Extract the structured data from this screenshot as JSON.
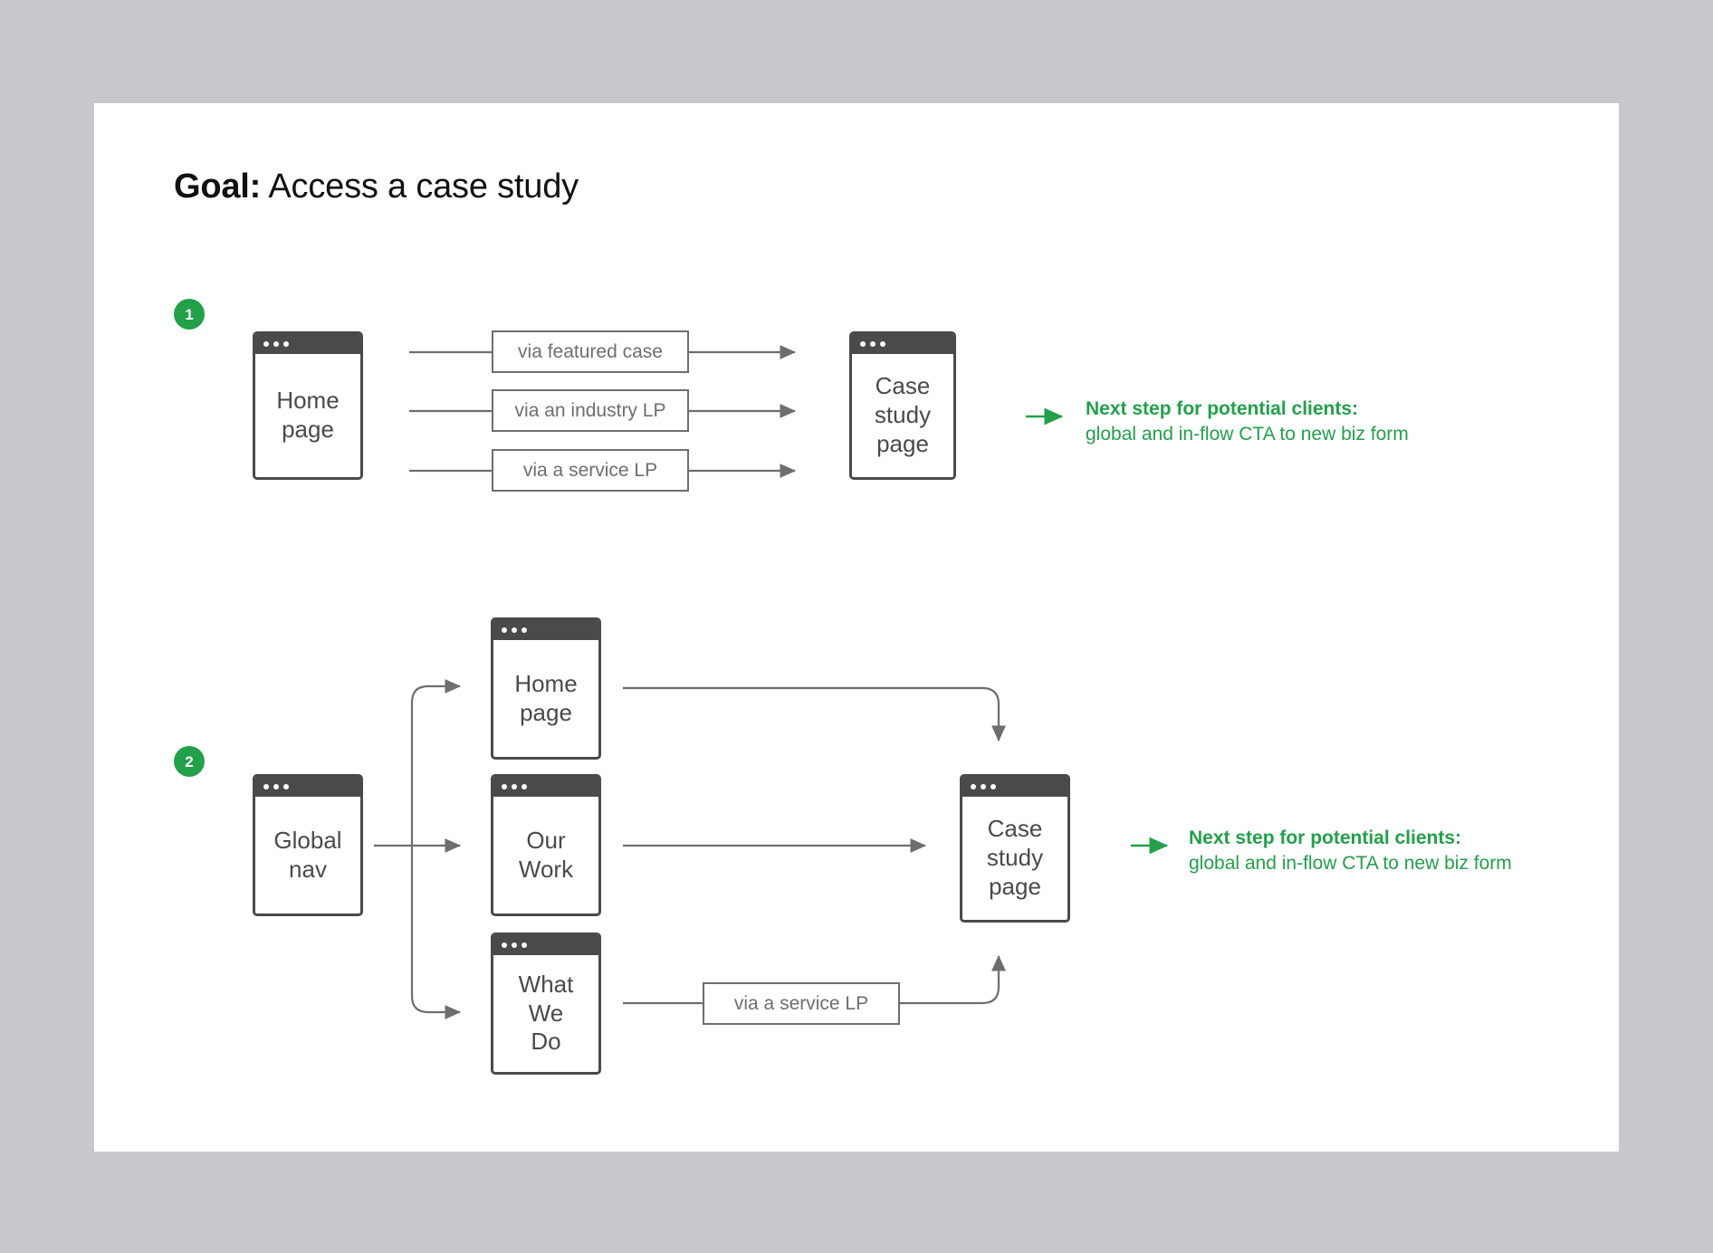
{
  "title": {
    "lead": "Goal:",
    "rest": " Access a case study"
  },
  "colors": {
    "background": "#c6c8cb",
    "canvas": "#ffffff",
    "accent_green": "#22a04a",
    "window_stroke": "#4a4a4a",
    "label_stroke": "#6e6e6e",
    "connector": "#6e6e6e"
  },
  "steps": [
    {
      "badge": "1",
      "source": {
        "label": "Home\npage"
      },
      "paths": [
        {
          "label": "via featured case"
        },
        {
          "label": "via an industry LP"
        },
        {
          "label": "via a service LP"
        }
      ],
      "destination": {
        "label": "Case\nstudy\npage"
      },
      "annotation": {
        "title": "Next step for potential clients:",
        "subtitle": "global and in-flow CTA to new biz form",
        "icon": "arrow-right-icon"
      }
    },
    {
      "badge": "2",
      "source": {
        "label": "Global\nnav"
      },
      "branches": [
        {
          "label": "Home\npage",
          "edge_label": ""
        },
        {
          "label": "Our\nWork",
          "edge_label": ""
        },
        {
          "label": "What We\nDo",
          "edge_label": "via a service LP"
        }
      ],
      "destination": {
        "label": "Case\nstudy\npage"
      },
      "annotation": {
        "title": "Next step for potential clients:",
        "subtitle": "global and in-flow CTA to new biz form",
        "icon": "arrow-right-icon"
      }
    }
  ]
}
